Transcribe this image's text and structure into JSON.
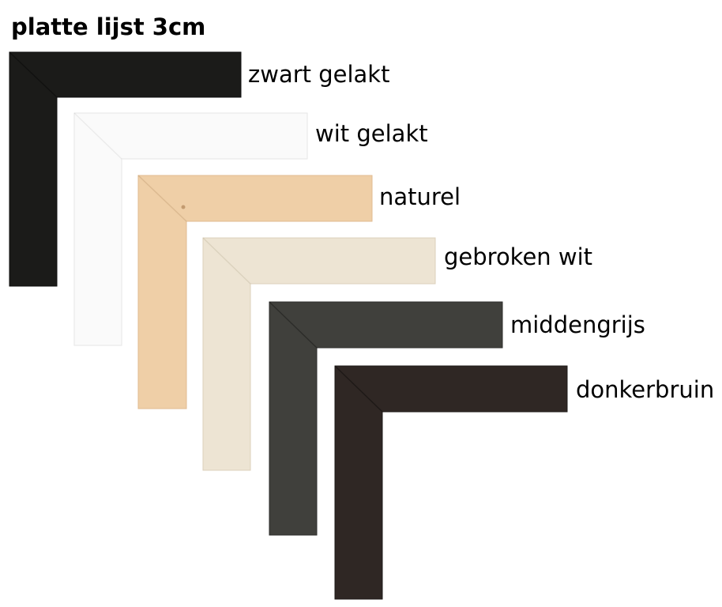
{
  "title": "platte lijst 3cm",
  "frames": [
    {
      "label": "zwart gelakt",
      "color": "#1b1b19"
    },
    {
      "label": "wit gelakt",
      "color": "#fafafa"
    },
    {
      "label": "naturel",
      "color": "#efcfa7"
    },
    {
      "label": "gebroken wit",
      "color": "#ede4d3"
    },
    {
      "label": "middengrijs",
      "color": "#40403c"
    },
    {
      "label": "donkerbruin",
      "color": "#2f2724"
    }
  ]
}
